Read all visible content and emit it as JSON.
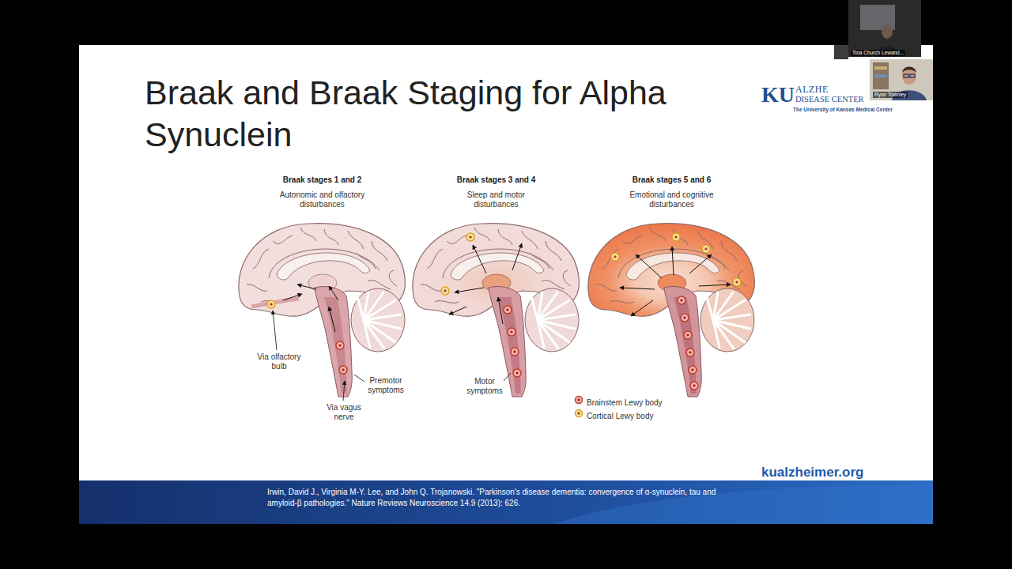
{
  "diagram": {
    "title": "Braak and Braak Staging for Alpha Synuclein",
    "caption": "Irwin, David J., Virginia M-Y. Lee, and John Q. Trojanowski. \"Parkinson's disease dementia: convergence of α-synuclein, tau and amyloid-β pathologies.\" Nature Reviews Neuroscience 14.9 (2013): 626.",
    "nodes": [
      {
        "text": [
          "Braak stages 1 and 2",
          "Autonomic and olfactory disturbances"
        ]
      },
      {
        "text": [
          "Braak stages 3 and 4",
          "Sleep and motor disturbances"
        ]
      },
      {
        "text": [
          "Braak stages 5 and 6",
          "Emotional and cognitive disturbances"
        ]
      }
    ],
    "labels": [
      "Via olfactory bulb",
      "Premotor symptoms",
      "Via vagus nerve",
      "Motor symptoms",
      "KU",
      "ALZHE",
      "DISEASE CENTER",
      "The University of Kansas Medical Center",
      "kualzheimer.org",
      "Tina Church Lewand...",
      "Ryan Townley"
    ],
    "legend": [
      {
        "text": "Brainstem Lewy body"
      },
      {
        "text": "Cortical Lewy body"
      }
    ]
  }
}
